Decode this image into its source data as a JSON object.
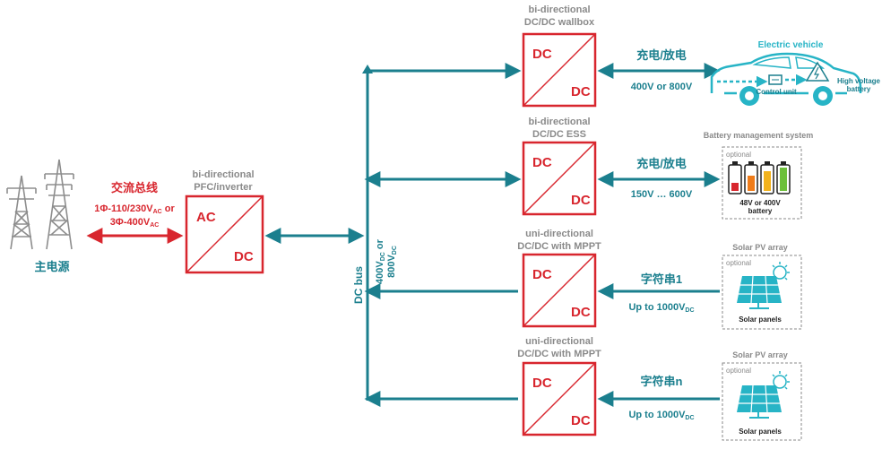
{
  "grid": {
    "label": "主电源",
    "bus_label": "交流总线",
    "voltage_line1": "1Φ-110/230V",
    "voltage_line1_sub": "AC",
    "voltage_line1_tail": " or",
    "voltage_line2": "3Φ-400V",
    "voltage_line2_sub": "AC"
  },
  "inverter": {
    "title_line1": "bi-directional",
    "title_line2": "PFC/inverter",
    "top": "AC",
    "bottom": "DC"
  },
  "dc_bus": {
    "label": "DC bus",
    "v1": "400V",
    "v1_sub": "DC",
    "v1_tail": " or",
    "v2": "800V",
    "v2_sub": "DC"
  },
  "converters": [
    {
      "title_line1": "bi-directional",
      "title_line2": "DC/DC wallbox",
      "top": "DC",
      "bottom": "DC"
    },
    {
      "title_line1": "bi-directional",
      "title_line2": "DC/DC ESS",
      "top": "DC",
      "bottom": "DC"
    },
    {
      "title_line1": "uni-directional",
      "title_line2": "DC/DC with MPPT",
      "top": "DC",
      "bottom": "DC"
    },
    {
      "title_line1": "uni-directional",
      "title_line2": "DC/DC with MPPT",
      "top": "DC",
      "bottom": "DC"
    }
  ],
  "links": [
    {
      "label": "充电/放电",
      "voltage": "400V or 800V"
    },
    {
      "label": "充电/放电",
      "voltage": "150V … 600V"
    },
    {
      "label": "字符串1",
      "voltage": "Up to 1000V",
      "voltage_sub": "DC"
    },
    {
      "label": "字符串n",
      "voltage": "Up to 1000V",
      "voltage_sub": "DC"
    }
  ],
  "ev": {
    "title": "Electric vehicle",
    "control_unit": "Control unit",
    "battery_line1": "High voltage",
    "battery_line2": "battery"
  },
  "ess": {
    "title": "Battery management system",
    "optional": "optional",
    "caption_line1": "48V or 400V",
    "caption_line2": "battery"
  },
  "pv": [
    {
      "title": "Solar PV array",
      "optional": "optional",
      "caption": "Solar panels"
    },
    {
      "title": "Solar PV array",
      "optional": "optional",
      "caption": "Solar panels"
    }
  ],
  "colors": {
    "red": "#d8262e",
    "teal": "#1b7f8e",
    "cyan": "#27b4c6",
    "gray": "#8a8a8a"
  }
}
